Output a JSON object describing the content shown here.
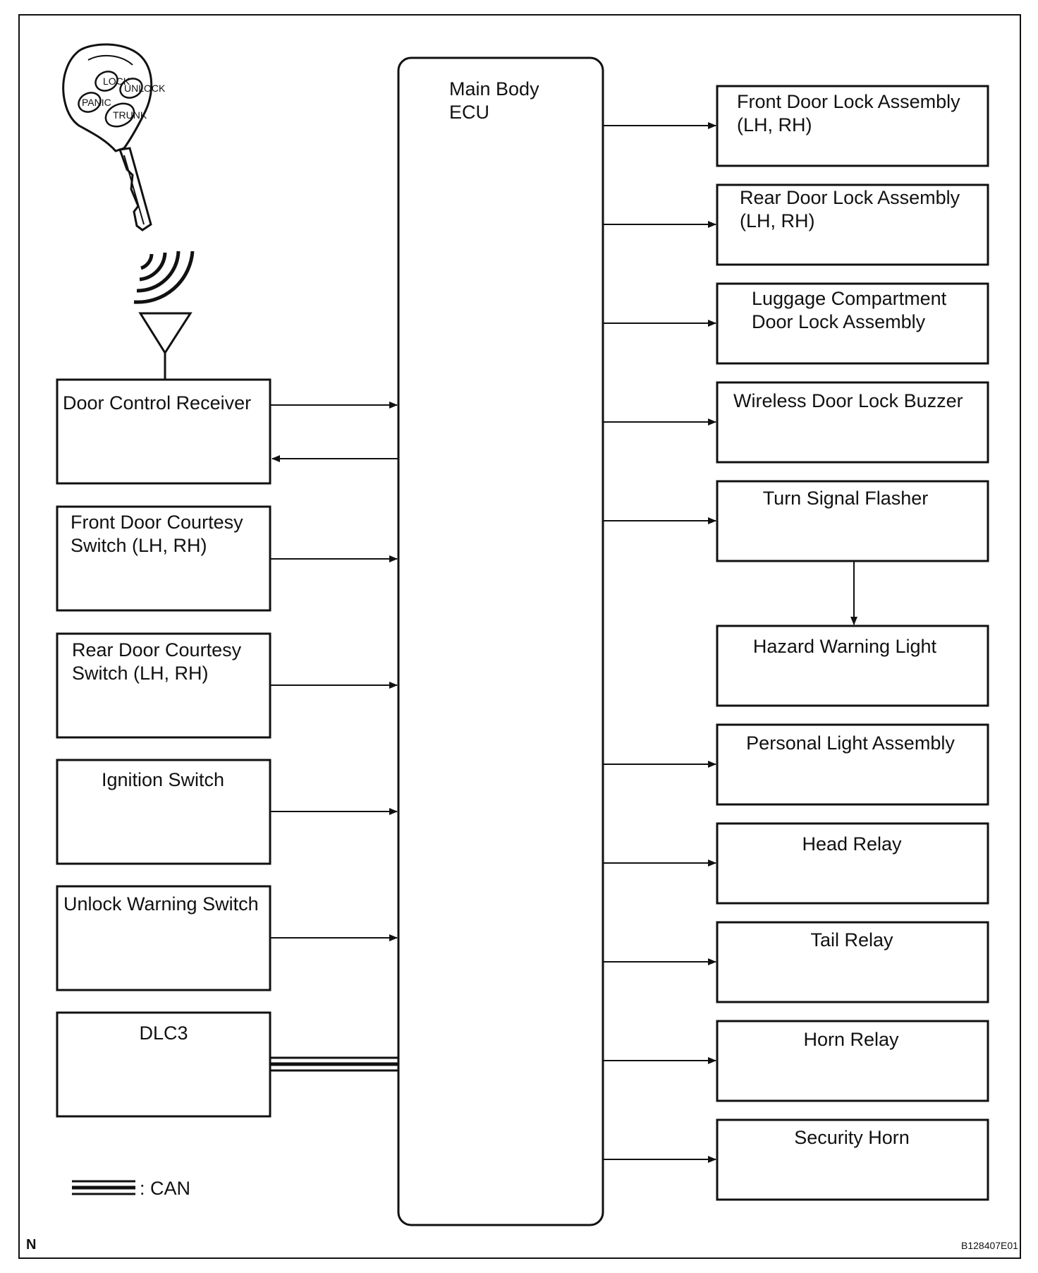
{
  "ecu": {
    "line1": "Main Body",
    "line2": "ECU"
  },
  "left_components": {
    "door_control_receiver": "Door Control Receiver",
    "front_door_courtesy": {
      "line1": "Front Door Courtesy",
      "line2": "Switch (LH, RH)"
    },
    "rear_door_courtesy": {
      "line1": "Rear Door Courtesy",
      "line2": "Switch (LH, RH)"
    },
    "ignition_switch": "Ignition Switch",
    "unlock_warning_switch": "Unlock Warning Switch",
    "dlc3": "DLC3"
  },
  "right_components": {
    "front_door_lock": {
      "line1": "Front Door Lock Assembly",
      "line2": "(LH, RH)"
    },
    "rear_door_lock": {
      "line1": "Rear Door Lock Assembly",
      "line2": "(LH, RH)"
    },
    "luggage_door_lock": {
      "line1": "Luggage Compartment",
      "line2": "Door Lock Assembly"
    },
    "wireless_buzzer": "Wireless Door Lock Buzzer",
    "turn_signal_flasher": "Turn Signal Flasher",
    "hazard_warning_light": "Hazard Warning Light",
    "personal_light": "Personal Light Assembly",
    "head_relay": "Head Relay",
    "tail_relay": "Tail Relay",
    "horn_relay": "Horn Relay",
    "security_horn": "Security Horn"
  },
  "legend": {
    "can_label": ": CAN"
  },
  "footer": {
    "left_mark": "N",
    "figure_id": "B128407E01"
  },
  "key_fob": {
    "icon": "key-fob-icon",
    "button_labels": [
      "LOCK",
      "UNLOCK",
      "PANIC",
      "TRUNK"
    ]
  }
}
